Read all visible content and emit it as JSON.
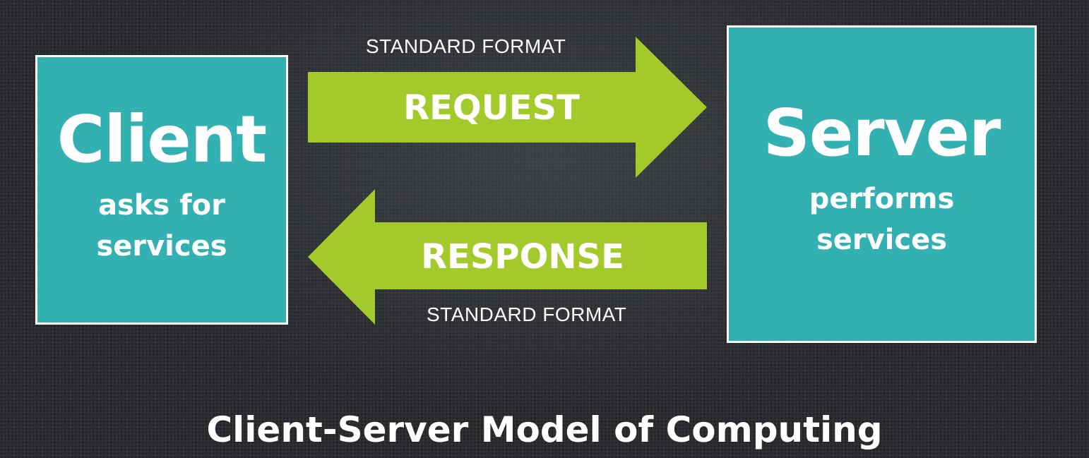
{
  "title": "Client-Server Model of Computing",
  "client": {
    "title": "Client",
    "description_line1": "asks for",
    "description_line2": "services"
  },
  "server": {
    "title": "Server",
    "description_line1": "performs",
    "description_line2": "services"
  },
  "request": {
    "label": "REQUEST",
    "format": "STANDARD FORMAT"
  },
  "response": {
    "label": "RESPONSE",
    "format": "STANDARD FORMAT"
  },
  "colors": {
    "box_fill": "#33b0b1",
    "box_border": "#ffffff",
    "arrow_fill": "#a4c92a",
    "background": "#2a2c2f",
    "text": "#ffffff"
  }
}
